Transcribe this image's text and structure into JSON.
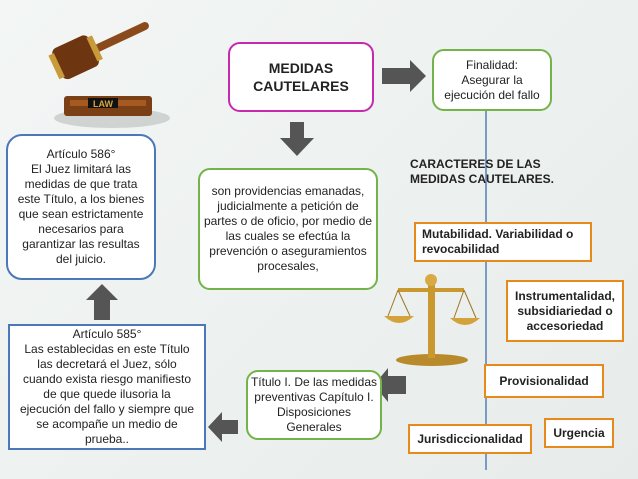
{
  "center": {
    "title": "MEDIDAS\nCAUTELARES"
  },
  "finalidad": {
    "text": "Finalidad:\nAsegurar la\nejecución del fallo"
  },
  "articulo_586": {
    "text": "Artículo 586°\nEl Juez limitará las\nmedidas de que trata\neste Título, a los bienes\nque sean estrictamente\nnecesarios para\ngarantizar las resultas\ndel juicio."
  },
  "definicion": {
    "text": "son providencias emanadas,\njudicialmente a petición de\npartes o de oficio, por medio de\nlas cuales se efectúa la\nprevención o aseguramientos\nprocesales,"
  },
  "articulo_585": {
    "text": "Artículo 585°\nLas establecidas en este Título\nlas decretará el Juez, sólo\ncuando exista riesgo manifiesto\nde que quede ilusoria la\nejecución del fallo y siempre que\nse acompañe un medio de\nprueba.."
  },
  "titulo": {
    "text": "Título I. De las medidas\npreventivas Capítulo I.\nDisposiciones\nGenerales"
  },
  "caracteres": {
    "title": "CARACTERES DE LAS\nMEDIDAS CAUTELARES.",
    "items": [
      "Mutabilidad. Variabilidad o\nrevocabilidad",
      "Instrumentalidad,\nsubsidiariedad o\naccesoriedad",
      "Provisionalidad",
      "Jurisdiccionalidad",
      "Urgencia"
    ]
  },
  "gavel_label": "LAW",
  "colors": {
    "green": "#74b24a",
    "magenta": "#c728b0",
    "blue": "#4a78b9",
    "orange": "#e8891b",
    "arrow": "#555555"
  }
}
